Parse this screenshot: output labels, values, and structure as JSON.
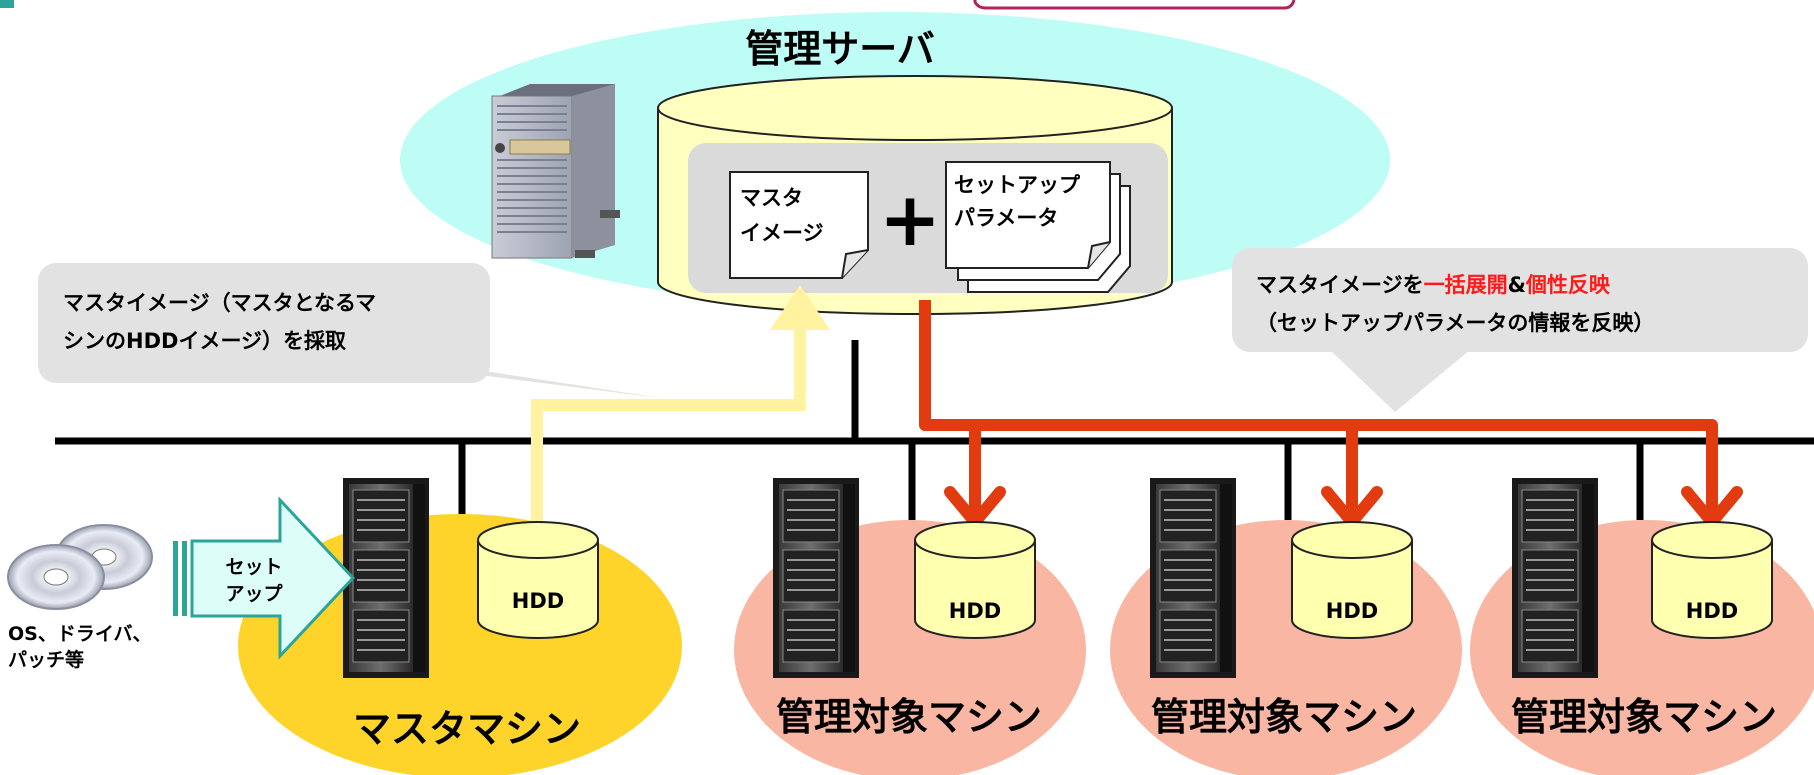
{
  "colors": {
    "server_ellipse": "#bdfdf6",
    "db_fill": "#ffffc0",
    "master_ellipse": "#ffd42a",
    "target_ellipse": "#f9b7a3",
    "orange_line": "#e23b10",
    "yellow_line": "#fff3a0",
    "callout": "#e2e2e2",
    "setup_arrow": "#dcfdf8",
    "setup_arrow_border": "#2aa597",
    "highlight_red": "#ff1a1a"
  },
  "server": {
    "title": "管理サーバ",
    "master_image_doc": [
      "マスタ",
      "イメージ"
    ],
    "plus": "+",
    "setup_params_doc": [
      "セットアップ",
      "パラメータ"
    ]
  },
  "callout_left": {
    "line1": "マスタイメージ（マスタとなるマ",
    "line2": "シンのHDDイメージ）を採取"
  },
  "callout_right": {
    "line1_a": "マスタイメージを",
    "line1_b": "一括展開",
    "line1_c": "&",
    "line1_d": "個性反映",
    "line2": "（セットアップパラメータの情報を反映）"
  },
  "media_label": [
    "OS、ドライバ、",
    "パッチ等"
  ],
  "setup_arrow_label": [
    "セット",
    "アップ"
  ],
  "hdd_label": "HDD",
  "master_machine_label": "マスタマシン",
  "target_machine_label": "管理対象マシン",
  "icons": [
    "tower-server-icon",
    "rack-server-icon",
    "cd-disc-icon",
    "hdd-cylinder-icon",
    "document-icon"
  ]
}
